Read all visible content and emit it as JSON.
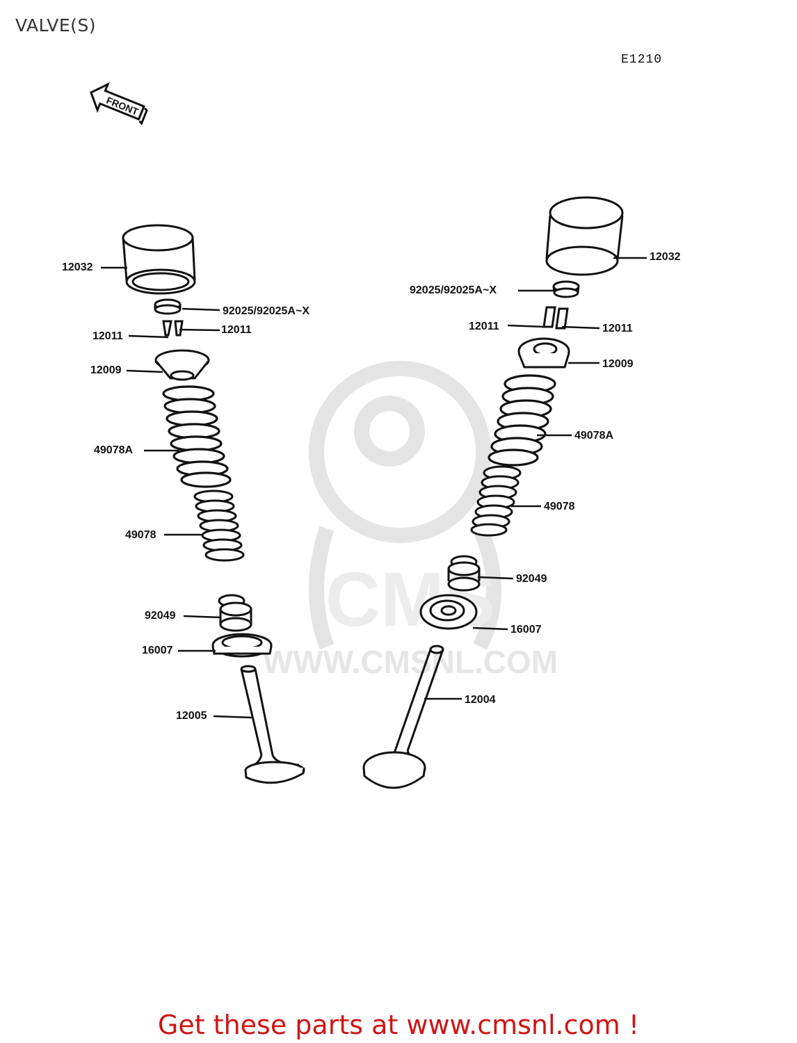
{
  "header": {
    "title": "VALVE(S)",
    "diagram_code": "E1210"
  },
  "front_marker": {
    "label": "FRONT",
    "icon": "front-arrow-icon"
  },
  "watermark": {
    "text": "WWW.CMSNL.COM",
    "logo": "CMS"
  },
  "callouts": {
    "left_12032": "12032",
    "left_92025": "92025/92025A~X",
    "left_12011_a": "12011",
    "left_12011_b": "12011",
    "left_12009": "12009",
    "left_49078A": "49078A",
    "left_49078": "49078",
    "left_92049": "92049",
    "left_16007": "16007",
    "left_12005": "12005",
    "right_12032": "12032",
    "right_92025": "92025/92025A~X",
    "right_12011_a": "12011",
    "right_12011_b": "12011",
    "right_12009": "12009",
    "right_49078A": "49078A",
    "right_49078": "49078",
    "right_92049": "92049",
    "right_16007": "16007",
    "right_12004": "12004"
  },
  "footer": {
    "banner": "Get these parts at www.cmsnl.com !"
  },
  "colors": {
    "ink": "#111111",
    "banner": "#d01515",
    "watermark": "#e6e6e6"
  }
}
